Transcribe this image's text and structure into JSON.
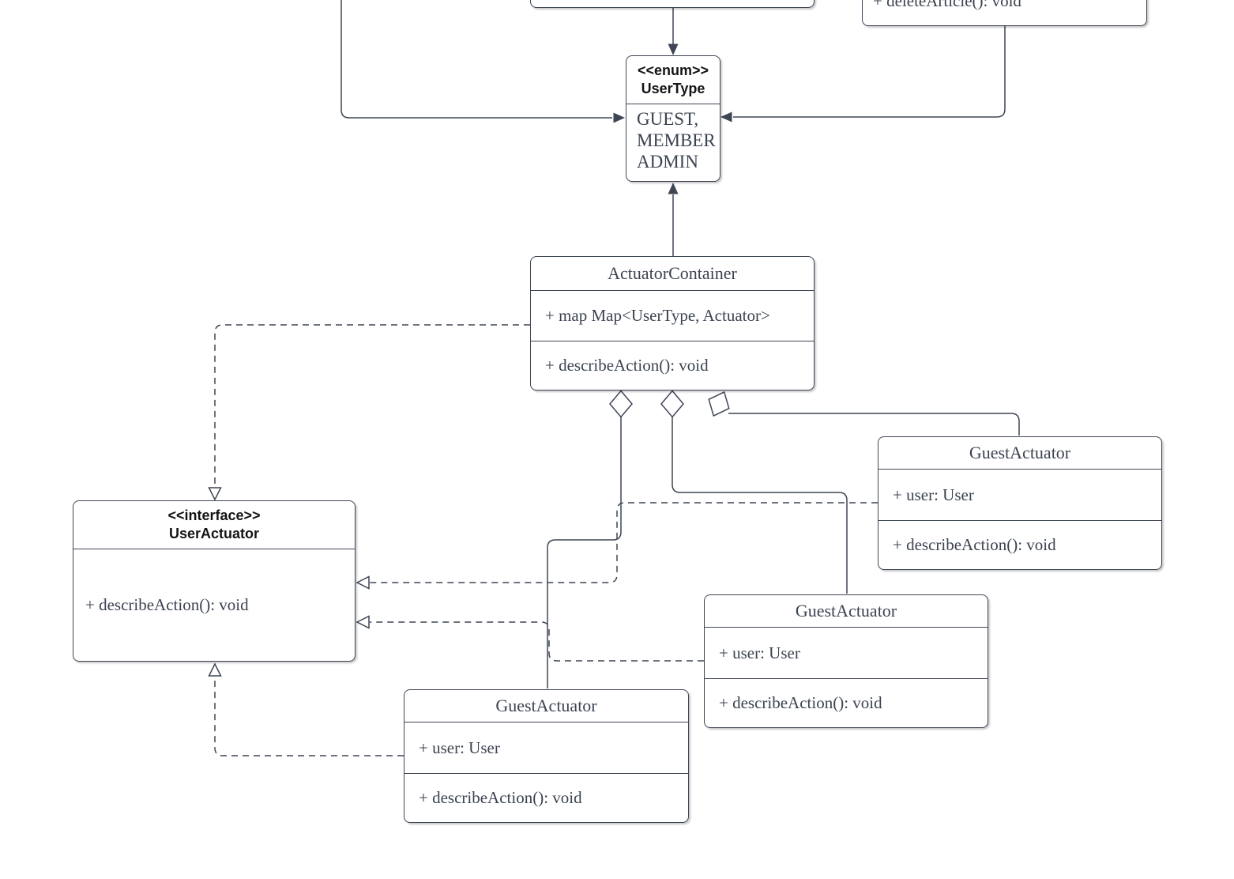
{
  "colors": {
    "line": "#3e4654",
    "member_text": "#3b4350",
    "stereotype_text": "#141414",
    "background": "#ffffff"
  },
  "classes": {
    "top_right_partial": {
      "method": "+ deleteArticle(): void"
    },
    "user_type": {
      "stereotype": "<<enum>>",
      "name": "UserType",
      "literals": "GUEST,\nMEMBER\nADMIN"
    },
    "actuator_container": {
      "name": "ActuatorContainer",
      "attribute": "+ map Map<UserType, Actuator>",
      "method": "+ describeAction(): void"
    },
    "user_actuator": {
      "stereotype": "<<interface>>",
      "name": "UserActuator",
      "method": "+ describeAction(): void"
    },
    "guest_actuators": [
      {
        "name": "GuestActuator",
        "attribute": "+ user: User",
        "method": "+ describeAction(): void"
      },
      {
        "name": "GuestActuator",
        "attribute": "+ user: User",
        "method": "+ describeAction(): void"
      },
      {
        "name": "GuestActuator",
        "attribute": "+ user: User",
        "method": "+ describeAction(): void"
      }
    ]
  },
  "edges": [
    {
      "from": "top-partial-class",
      "to": "UserType",
      "style": "solid-filled-arrow"
    },
    {
      "from": "left-offscreen-class",
      "to": "UserType",
      "style": "solid-filled-arrow"
    },
    {
      "from": "deleteArticle-partial-class",
      "to": "UserType",
      "style": "solid-filled-arrow"
    },
    {
      "from": "ActuatorContainer",
      "to": "UserType",
      "style": "solid-filled-arrow"
    },
    {
      "from": "ActuatorContainer",
      "to": "UserActuator",
      "style": "dashed-hollow-triangle"
    },
    {
      "from": "ActuatorContainer",
      "to": "GuestActuator-bottom",
      "style": "aggregation-diamond"
    },
    {
      "from": "ActuatorContainer",
      "to": "GuestActuator-middle",
      "style": "aggregation-diamond"
    },
    {
      "from": "ActuatorContainer",
      "to": "GuestActuator-right",
      "style": "aggregation-diamond"
    },
    {
      "from": "GuestActuator-right",
      "to": "UserActuator",
      "style": "dashed-hollow-triangle"
    },
    {
      "from": "GuestActuator-middle",
      "to": "UserActuator",
      "style": "dashed-hollow-triangle"
    },
    {
      "from": "GuestActuator-bottom",
      "to": "UserActuator",
      "style": "dashed-hollow-triangle"
    }
  ]
}
